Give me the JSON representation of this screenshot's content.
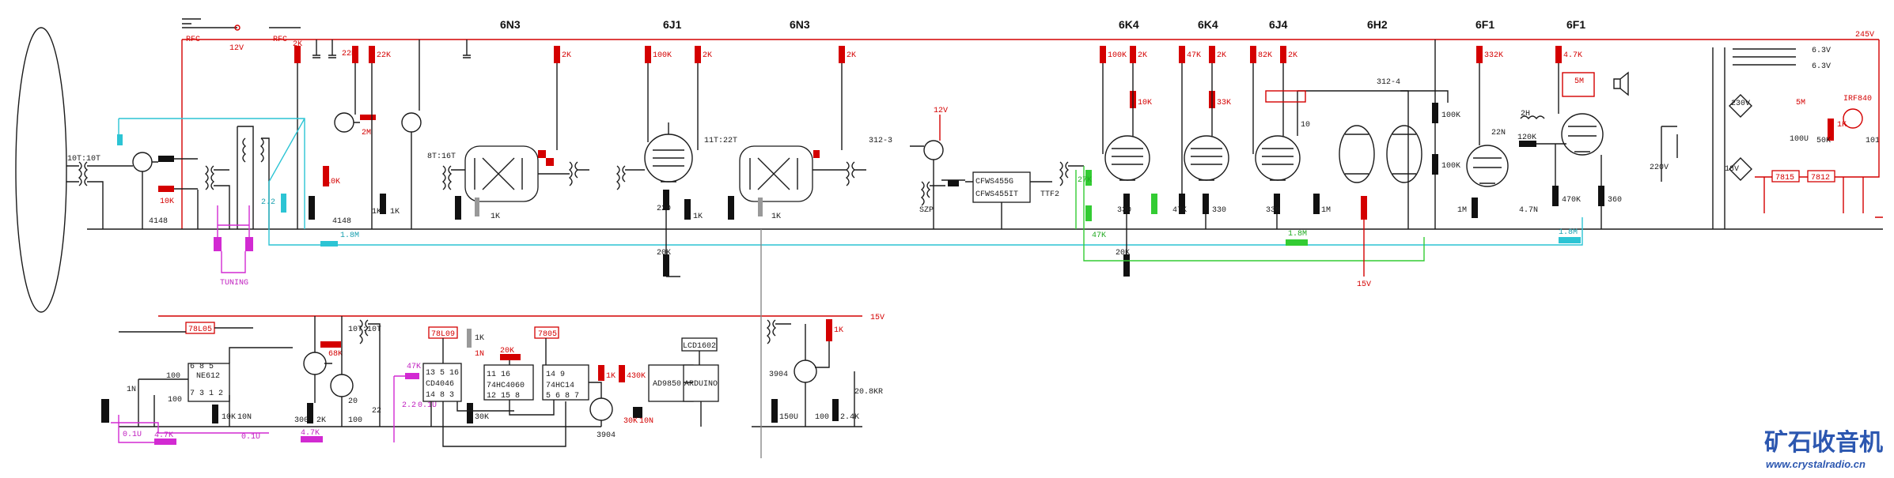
{
  "tubes": [
    {
      "id": "v1",
      "label": "6N3"
    },
    {
      "id": "v2",
      "label": "6J1"
    },
    {
      "id": "v3",
      "label": "6N3"
    },
    {
      "id": "v4",
      "label": "6K4"
    },
    {
      "id": "v5",
      "label": "6K4"
    },
    {
      "id": "v6",
      "label": "6J4"
    },
    {
      "id": "v7",
      "label": "6H2"
    },
    {
      "id": "v8",
      "label": "6F1"
    },
    {
      "id": "v9",
      "label": "6F1"
    }
  ],
  "supply": {
    "rail_voltage": "245V",
    "rfc1": "RFC",
    "rfc2": "RFC",
    "rfc_voltage": "12V",
    "heater1": "6.3V",
    "heater2": "6.3V",
    "mains": "220V",
    "secondary": "230V",
    "low": "18V",
    "rect": "IRF840",
    "reg1": "7815",
    "reg2": "7812"
  },
  "top_labels": {
    "ant": "10T:10T",
    "r10k": "10K",
    "d4148a": "4148",
    "d4148b": "4148",
    "r2k_a": "2K",
    "r22k_a": "22K",
    "r1k_a": "1K",
    "c2m": "2M",
    "r10k_b": "10K",
    "r22k_b": "22K",
    "r1k_b": "1K",
    "coil8t": "8T:16T",
    "r2k_v1": "2K",
    "c1k_grey": "1K",
    "r100k_v2": "100K",
    "r2k_v2": "2K",
    "r220_v2": "220",
    "r1k_v2": "1K",
    "coil11t": "11T:22T",
    "r2k_v3": "2K",
    "c1k_grey2": "1K",
    "ifc1": "312-3",
    "v12": "12V",
    "szp": "SZP",
    "cfw1": "CFWS455G",
    "cfw2": "CFWS455IT",
    "ttf2": "TTF2",
    "r100k_v4": "100K",
    "r2k_v4": "2K",
    "r10k_v4": "10K",
    "r330_v4": "330",
    "r20k_v4": "20K",
    "r27k": "27K",
    "r47k_g": "47K",
    "r47k_v5": "47K",
    "r2k_v5": "2K",
    "r33k_v5": "33K",
    "r330_v5": "330",
    "r47k_v5b": "47K",
    "r82k_v6": "82K",
    "r2k_v6": "2K",
    "r330_v6": "330",
    "r1m_v6": "1M",
    "c10": "10",
    "ifc2": "312-4",
    "r100k_a": "100K",
    "r100k_b": "100K",
    "v15": "15V",
    "r1m_cyan": "1.8M",
    "r1m_green": "1.8M",
    "r332k": "332K",
    "c22n": "22N",
    "l2h": "2H",
    "r120k": "120K",
    "r470k": "470K",
    "c47n": "4.7N",
    "r1m_v8": "1M",
    "r47k_v9": "4.7K",
    "l5m_v9": "5M",
    "r360": "360",
    "c100u": "100U",
    "l5m_b": "5M",
    "r50k": "50K",
    "r101": "101",
    "r1k_s": "1K",
    "tuning": "TUNING",
    "r1m_t": "1.8M",
    "c22_cy": "2.2"
  },
  "bottom_labels": {
    "reg_7805a": "78L05",
    "ne612": "NE612",
    "ne_pins_top": "6  8    5",
    "ne_pins_bot": "7 3  1  2",
    "c100a": "100",
    "c100b": "100",
    "c1n": "1N",
    "r10k_ne": "10K",
    "c10n": "10N",
    "r68k": "68K",
    "r2k_b": "2K",
    "r300": "300",
    "r20": "20",
    "r100": "100",
    "c22p": "22",
    "coil10t": "10T:10T",
    "r47k_m": "47K",
    "c22_m": "2.2",
    "c01u": "0.1U",
    "reg_78l09": "78L09",
    "r1k_grey": "1K",
    "cd4046": "CD4046",
    "cd_pins_top": "13 5 16",
    "cd_pins_bot": "14 8 3",
    "c1n_b": "1N",
    "r30k": "30K",
    "reg_7805b": "7805",
    "r20k": "20K",
    "hc4060": "74HC4060",
    "hc4060_top": "11      16",
    "hc4060_bot": "12 15  8",
    "hc14": "74HC14",
    "hc14_top": "14     9",
    "hc14_bot": "5  6  8  7",
    "t3904a": "3904",
    "r1k_b2": "1K",
    "r430k": "430K",
    "r30k_b": "30K",
    "c10n_b": "10N",
    "ad9850": "AD9850",
    "lcd": "LCD1602",
    "arduino": "ARDUINO",
    "v15b": "15V",
    "t3904b": "3904",
    "r150u": "150U",
    "c100_b": "100",
    "r1k_red": "1K",
    "r20_8k": "20.8KR",
    "c2_4k": "2.4K",
    "r47k_ma": "4.7K",
    "r47k_mb": "4.7K",
    "c01_a": "0.1U",
    "c01_b": "0.1U"
  },
  "brand": {
    "name": "矿石收音机",
    "site": "www.crystalradio.cn"
  },
  "colors": {
    "wire": "#1a1a1a",
    "hv": "#d40000",
    "agc": "#2cc4d4",
    "neg": "#33cc33",
    "tune": "#d22ad2",
    "brand": "#2c57b0"
  }
}
